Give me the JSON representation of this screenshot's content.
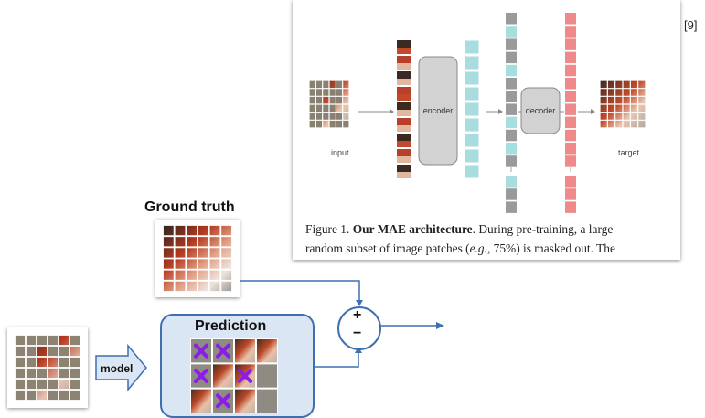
{
  "reference": "[9]",
  "paper_figure": {
    "input_label": "input",
    "encoder_label": "encoder",
    "decoder_label": "decoder",
    "target_label": "target",
    "caption_prefix": "Figure 1.",
    "caption_bold": "Our MAE architecture",
    "caption_line1_rest": ". During pre-training, a large",
    "caption_line2_a": "random subset of image patches (",
    "caption_line2_eg": "e.g.",
    "caption_line2_b": ", 75%) is masked out. The"
  },
  "diagram": {
    "ground_truth_label": "Ground truth",
    "prediction_label": "Prediction",
    "model_label": "model",
    "plus_sign": "+",
    "minus_sign": "−"
  },
  "colors": {
    "accent_blue": "#3f6fb0",
    "prediction_fill": "#dbe6f4",
    "encoder_tokens": "#a8dde0",
    "mask_tokens": "#9a9a9a",
    "decoder_tokens": "#f08a8a",
    "mask_x": "#8a1de8",
    "grid_gray": "#8a8a8a"
  },
  "icons": {
    "masked_patch_marker": "purple-x-icon"
  }
}
